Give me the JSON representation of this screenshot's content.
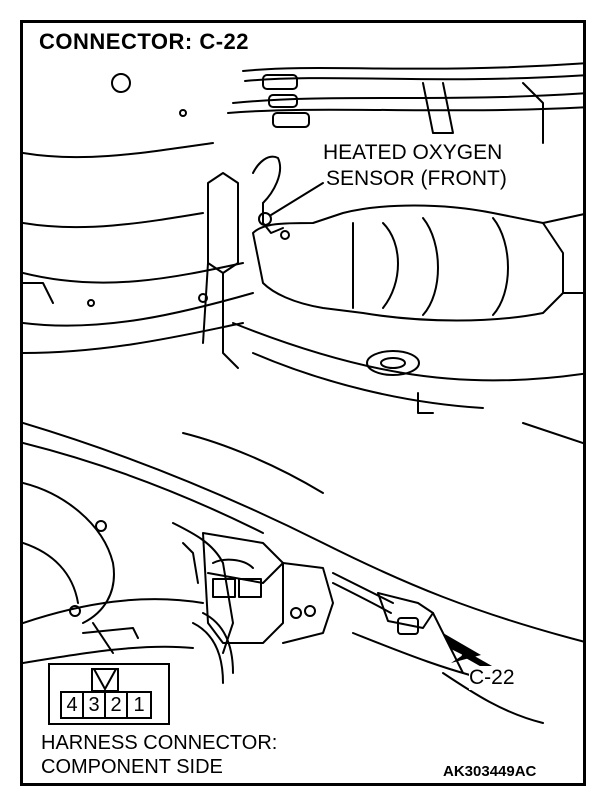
{
  "title": "CONNECTOR: C-22",
  "callout": {
    "line1": "HEATED OXYGEN",
    "line2": "SENSOR (FRONT)"
  },
  "connector_label": "C-22",
  "harness": {
    "line1": "HARNESS CONNECTOR:",
    "line2": "COMPONENT SIDE"
  },
  "pins": [
    "4",
    "3",
    "2",
    "1"
  ],
  "figure_code": "AK303449AC"
}
